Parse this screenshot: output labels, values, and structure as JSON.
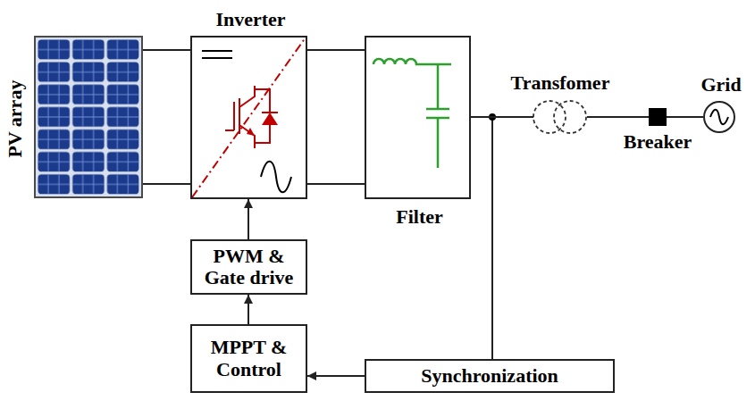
{
  "diagram": {
    "nodes": [
      {
        "text": [
          "PV array"
        ]
      },
      {
        "text": [
          "Inverter"
        ]
      },
      {
        "text": [
          "Filter"
        ]
      },
      {
        "text": [
          "Transfomer"
        ]
      },
      {
        "text": [
          "Breaker"
        ]
      },
      {
        "text": [
          "Grid"
        ]
      },
      {
        "text": [
          "PWM & Gate drive"
        ]
      },
      {
        "text": [
          "MPPT & Control"
        ]
      },
      {
        "text": [
          "Synchronization"
        ]
      }
    ],
    "edges": [
      {
        "from": 0,
        "to": 1,
        "arrow": "none"
      },
      {
        "from": 0,
        "to": 1,
        "arrow": "none"
      },
      {
        "from": 1,
        "to": 2,
        "arrow": "none"
      },
      {
        "from": 1,
        "to": 2,
        "arrow": "none"
      },
      {
        "from": 2,
        "to": 3,
        "arrow": "none"
      },
      {
        "from": 3,
        "to": 4,
        "arrow": "none"
      },
      {
        "from": 4,
        "to": 5,
        "arrow": "none"
      },
      {
        "from": 6,
        "to": 1,
        "arrow": "to"
      },
      {
        "from": 7,
        "to": 6,
        "arrow": "to"
      },
      {
        "from": 8,
        "to": 7,
        "arrow": "to"
      }
    ]
  }
}
